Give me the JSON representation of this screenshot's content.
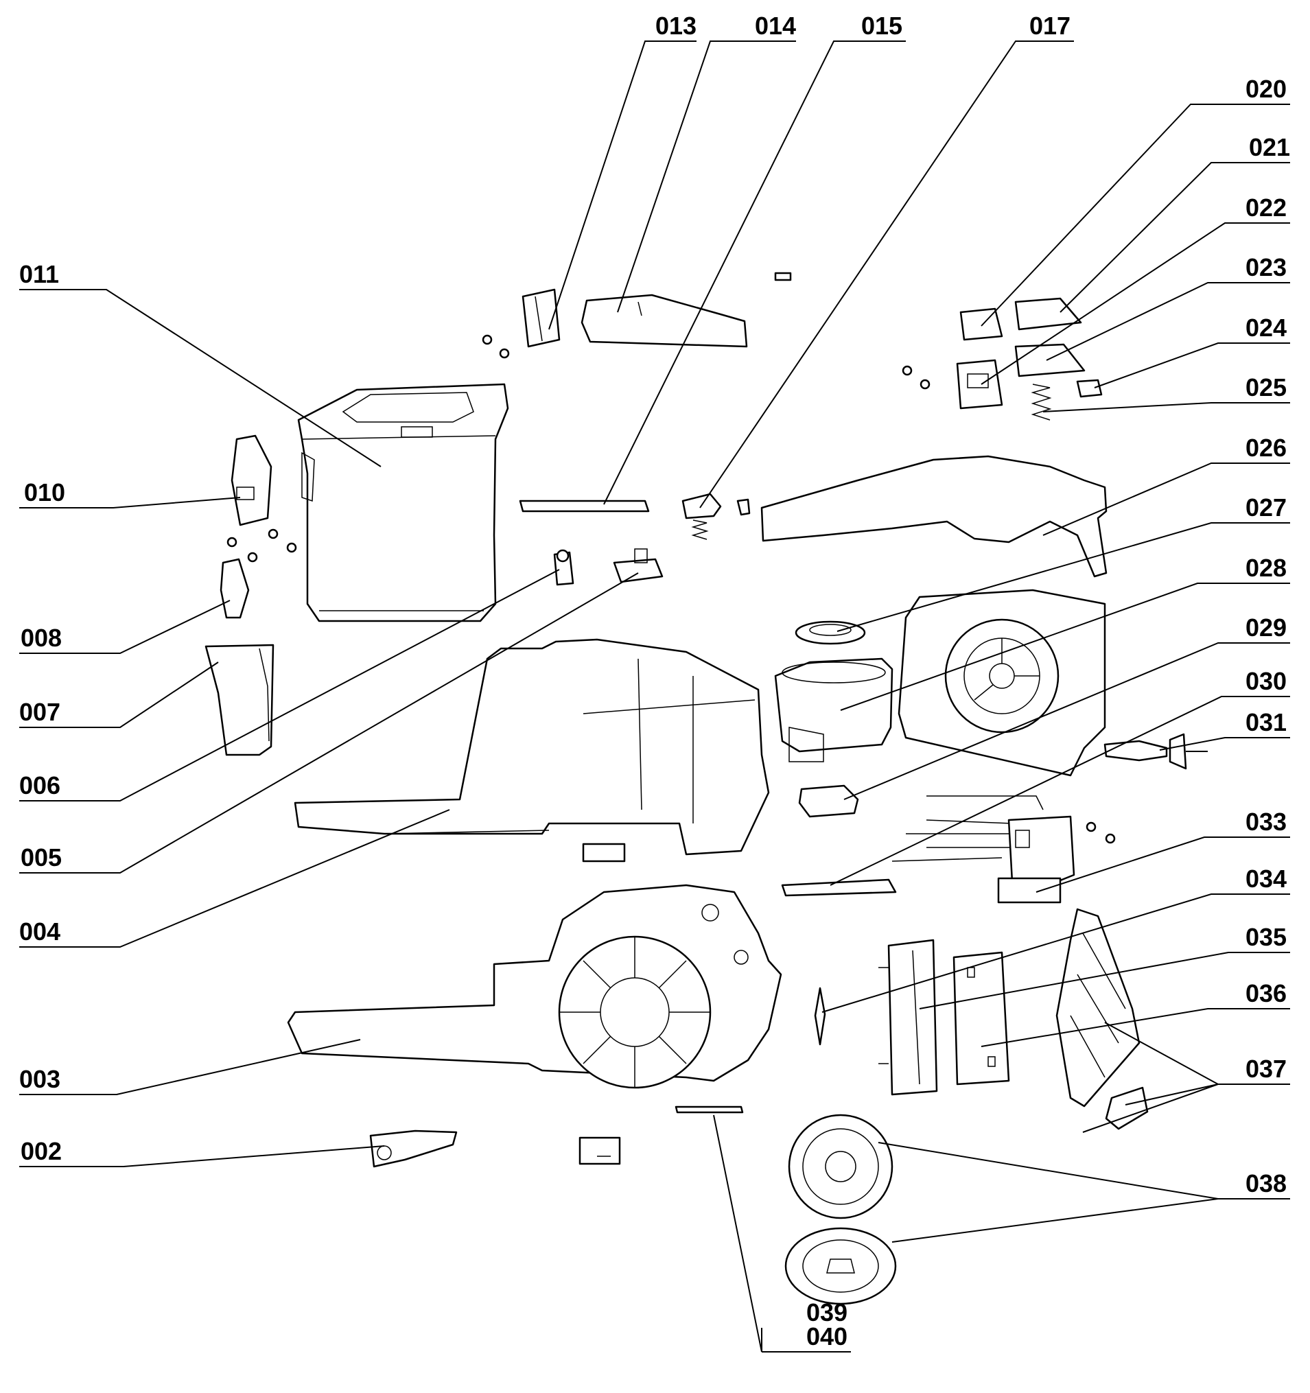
{
  "parts": {
    "p002": "002",
    "p003": "003",
    "p004": "004",
    "p005": "005",
    "p006": "006",
    "p007": "007",
    "p008": "008",
    "p010": "010",
    "p011": "011",
    "p013": "013",
    "p014": "014",
    "p015": "015",
    "p017": "017",
    "p020": "020",
    "p021": "021",
    "p022": "022",
    "p023": "023",
    "p024": "024",
    "p025": "025",
    "p026": "026",
    "p027": "027",
    "p028": "028",
    "p029": "029",
    "p030": "030",
    "p031": "031",
    "p033": "033",
    "p034": "034",
    "p035": "035",
    "p036": "036",
    "p037": "037",
    "p038": "038",
    "p039": "039",
    "p040": "040"
  }
}
